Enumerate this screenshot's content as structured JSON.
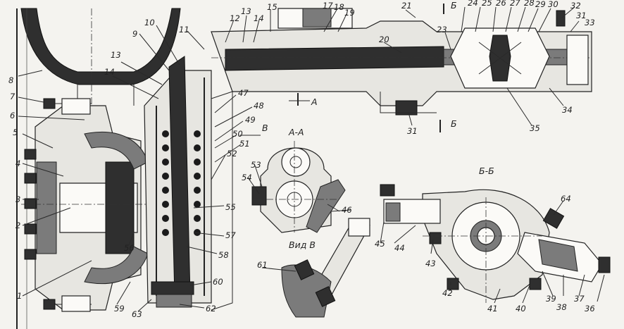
{
  "section_titles": {
    "a_a": "А-А",
    "b_b": "Б-Б",
    "view_v": "Вид В"
  },
  "section_marks": {
    "a_arrow": "А",
    "b_top": "Б",
    "b_bottom": "Б",
    "v_arrow": "В"
  },
  "callouts": [
    "1",
    "2",
    "3",
    "4",
    "5",
    "6",
    "7",
    "8",
    "9",
    "10",
    "11",
    "12",
    "13",
    "13",
    "14",
    "14",
    "15",
    "17",
    "18",
    "19",
    "20",
    "21",
    "23",
    "24",
    "25",
    "26",
    "27",
    "28",
    "29",
    "30",
    "31",
    "31",
    "32",
    "33",
    "34",
    "35",
    "36",
    "37",
    "38",
    "39",
    "40",
    "41",
    "42",
    "43",
    "44",
    "45",
    "46",
    "47",
    "48",
    "49",
    "50",
    "51",
    "52",
    "53",
    "54",
    "55",
    "56",
    "57",
    "58",
    "59",
    "60",
    "61",
    "62",
    "63",
    "64"
  ]
}
